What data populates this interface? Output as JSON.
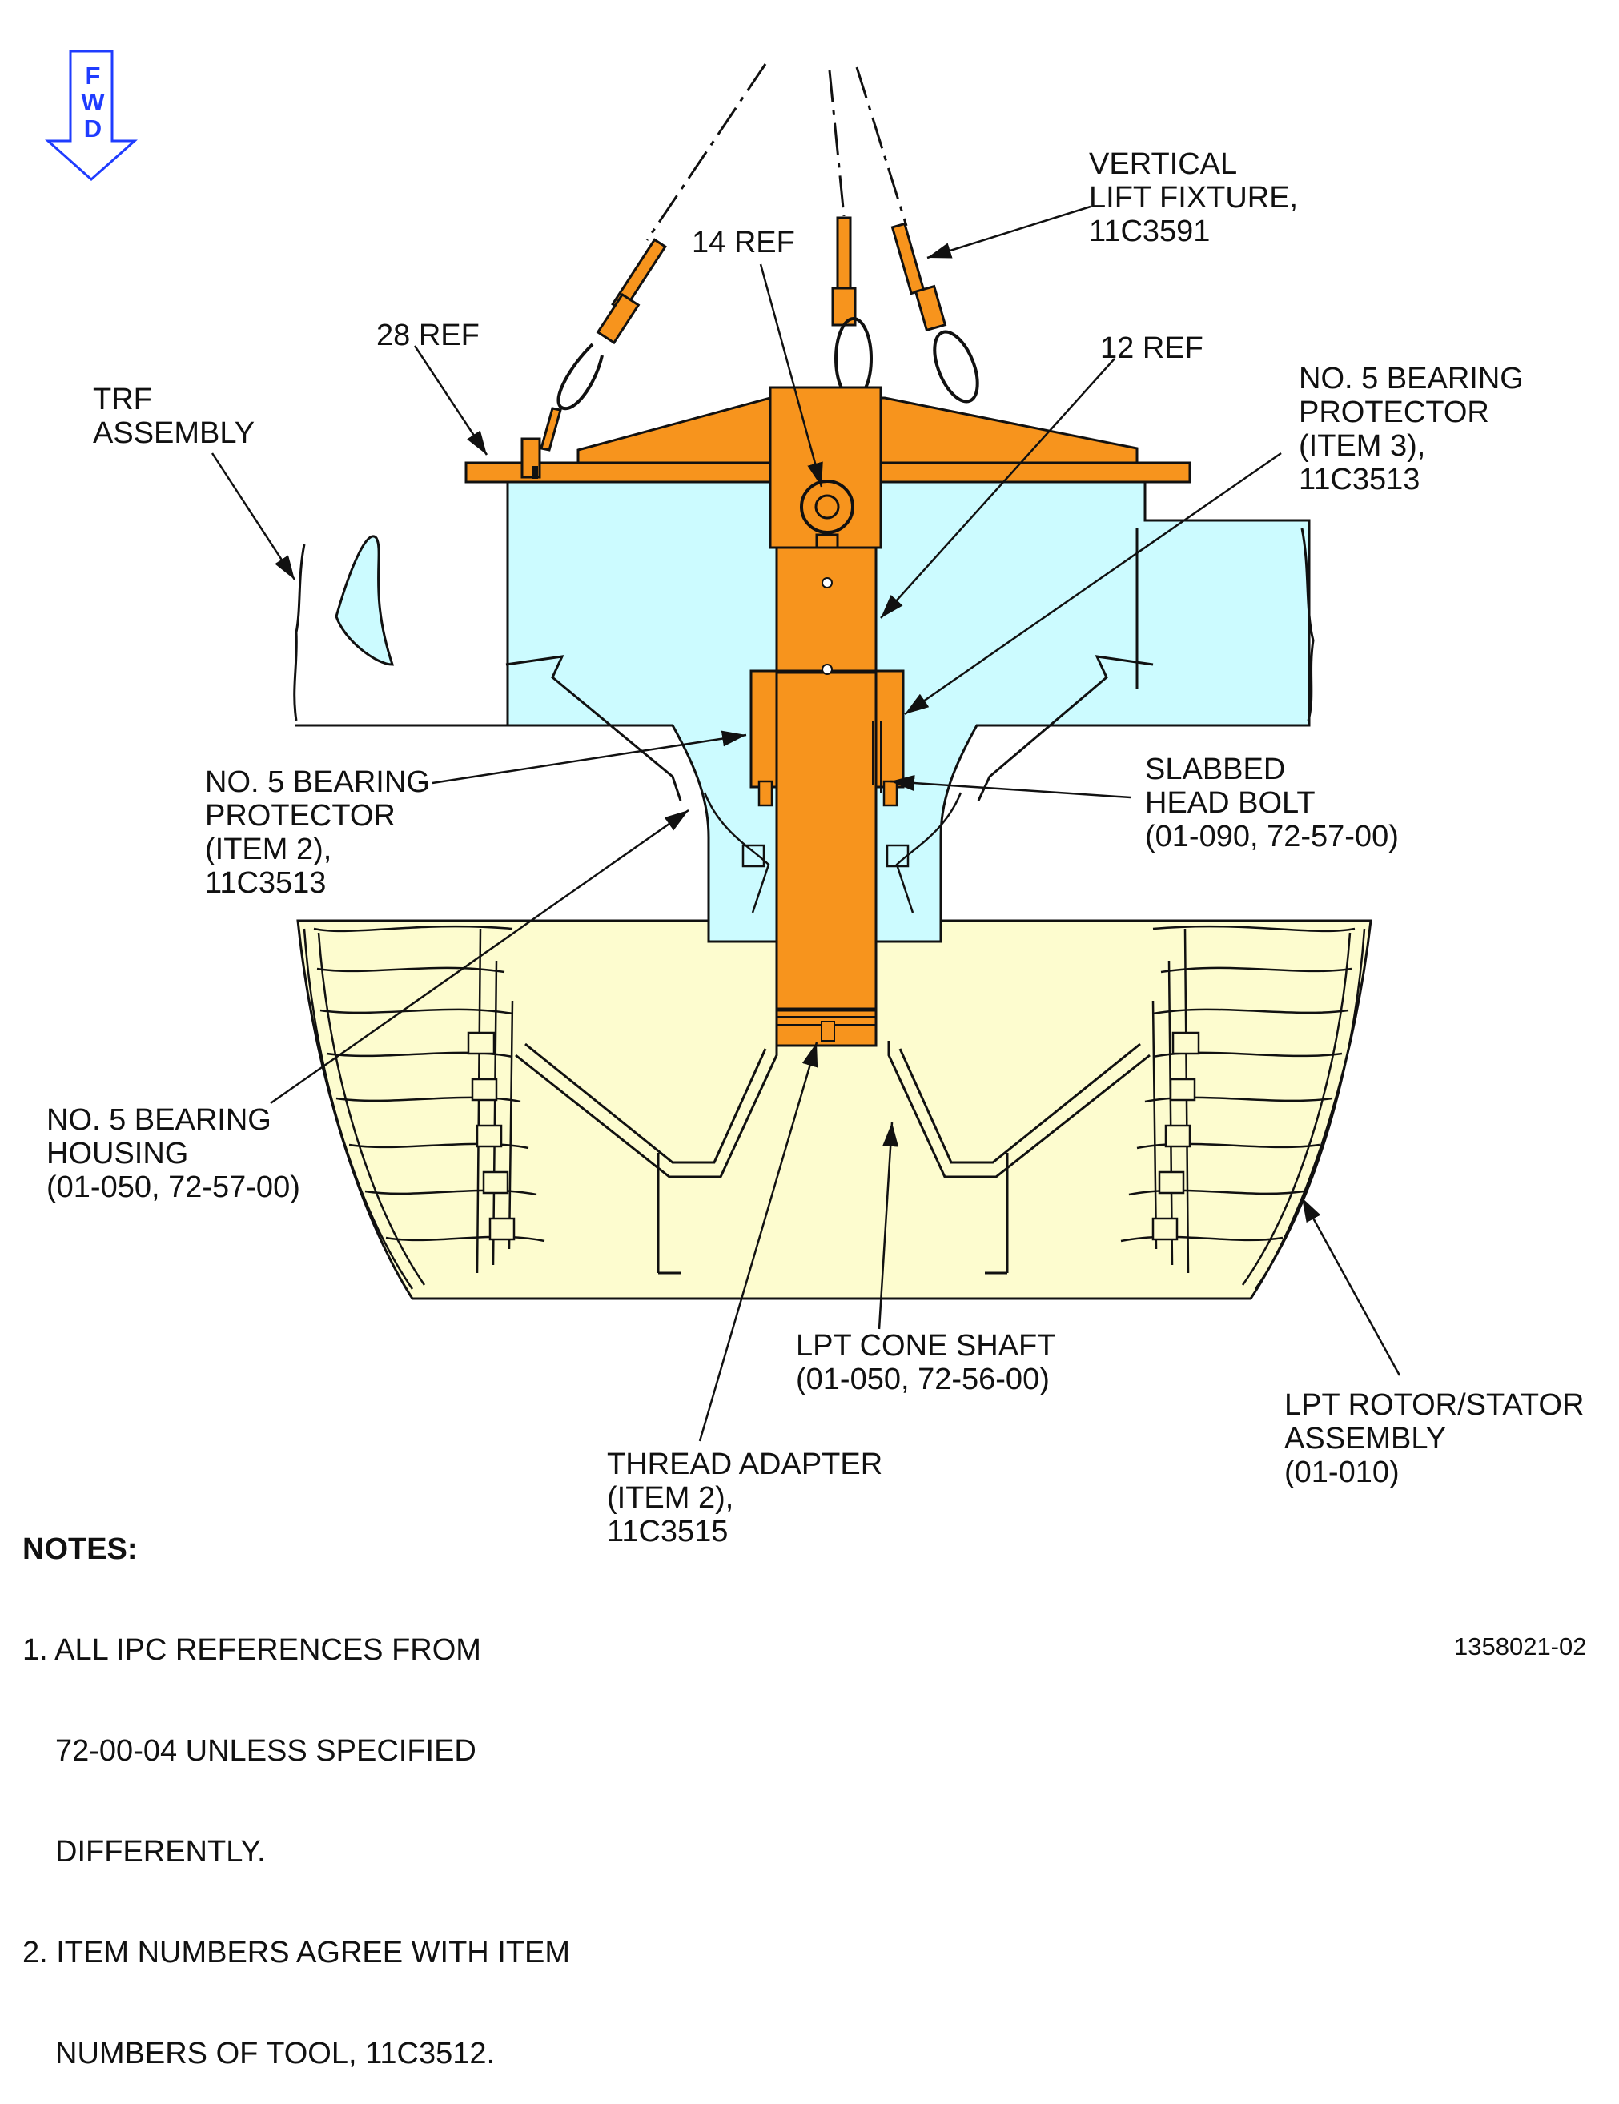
{
  "fwd": {
    "letters": [
      "F",
      "W",
      "D"
    ],
    "color": "#1f3cff"
  },
  "colors": {
    "fixture": "#f7941d",
    "trf": "#ccfbff",
    "lpt": "#fdfccf",
    "line": "#111111"
  },
  "labels": {
    "vertical_lift_fixture": "VERTICAL\nLIFT FIXTURE,\n11C3591",
    "ref_14": "14 REF",
    "ref_28": "28 REF",
    "ref_12": "12 REF",
    "trf_assembly": "TRF\nASSEMBLY",
    "bearing_protector_item3": "NO. 5 BEARING\nPROTECTOR\n(ITEM 3),\n11C3513",
    "bearing_protector_item2": "NO. 5 BEARING\nPROTECTOR\n(ITEM 2),\n11C3513",
    "slabbed_head_bolt": "SLABBED\nHEAD BOLT\n(01-090, 72-57-00)",
    "bearing_housing": "NO. 5 BEARING\nHOUSING\n(01-050, 72-57-00)",
    "lpt_cone_shaft": "LPT CONE SHAFT\n(01-050, 72-56-00)",
    "lpt_rotor_stator": "LPT ROTOR/STATOR\nASSEMBLY\n(01-010)",
    "thread_adapter": "THREAD ADAPTER\n(ITEM 2),\n11C3515"
  },
  "notes": {
    "title": "NOTES:",
    "items": [
      {
        "first": "1. ALL IPC REFERENCES FROM",
        "rest": [
          "72-00-04 UNLESS SPECIFIED",
          "DIFFERENTLY."
        ]
      },
      {
        "first": "2. ITEM NUMBERS AGREE WITH ITEM",
        "rest": [
          "NUMBERS OF TOOL, 11C3512."
        ]
      }
    ]
  },
  "figure_number": "1358021-02"
}
